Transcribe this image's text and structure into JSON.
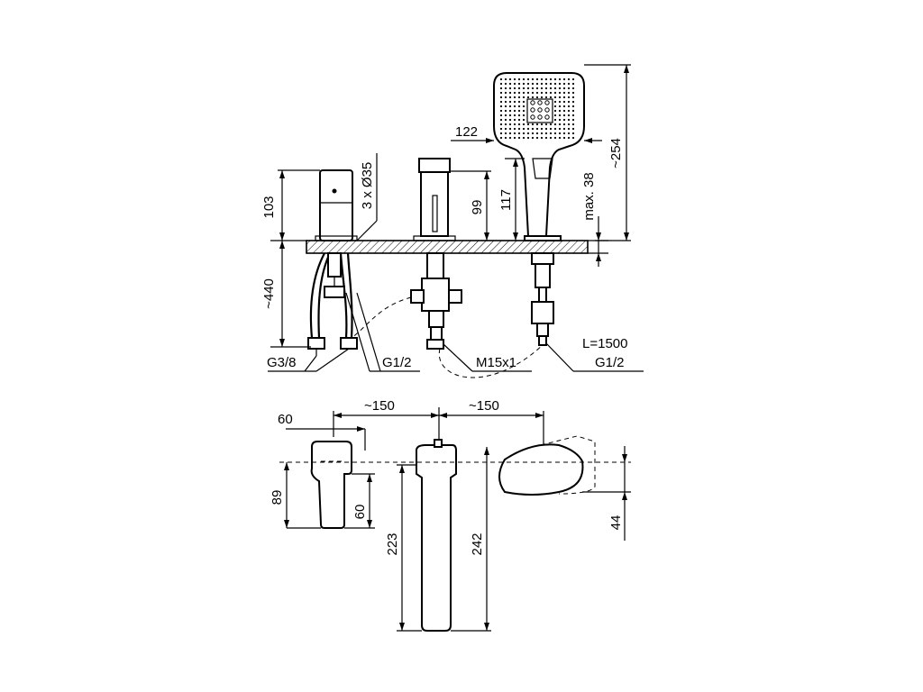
{
  "dimensions": {
    "handshower_width": "122",
    "handshower_height": "~254",
    "mixer_height": "103",
    "holes": "3 x Ø35",
    "spout_height_99": "99",
    "spout_height_117": "117",
    "deck_thickness": "max. 38",
    "hose_depth": "~440",
    "thread_g38": "G3/8",
    "thread_g12_left": "G1/2",
    "thread_m15": "M15x1",
    "hose_length": "L=1500",
    "thread_g12_right": "G1/2",
    "plan_60_top": "60",
    "plan_150_left": "~150",
    "plan_150_right": "~150",
    "plan_89": "89",
    "plan_60_side": "60",
    "plan_223": "223",
    "plan_242": "242",
    "plan_44": "44"
  }
}
